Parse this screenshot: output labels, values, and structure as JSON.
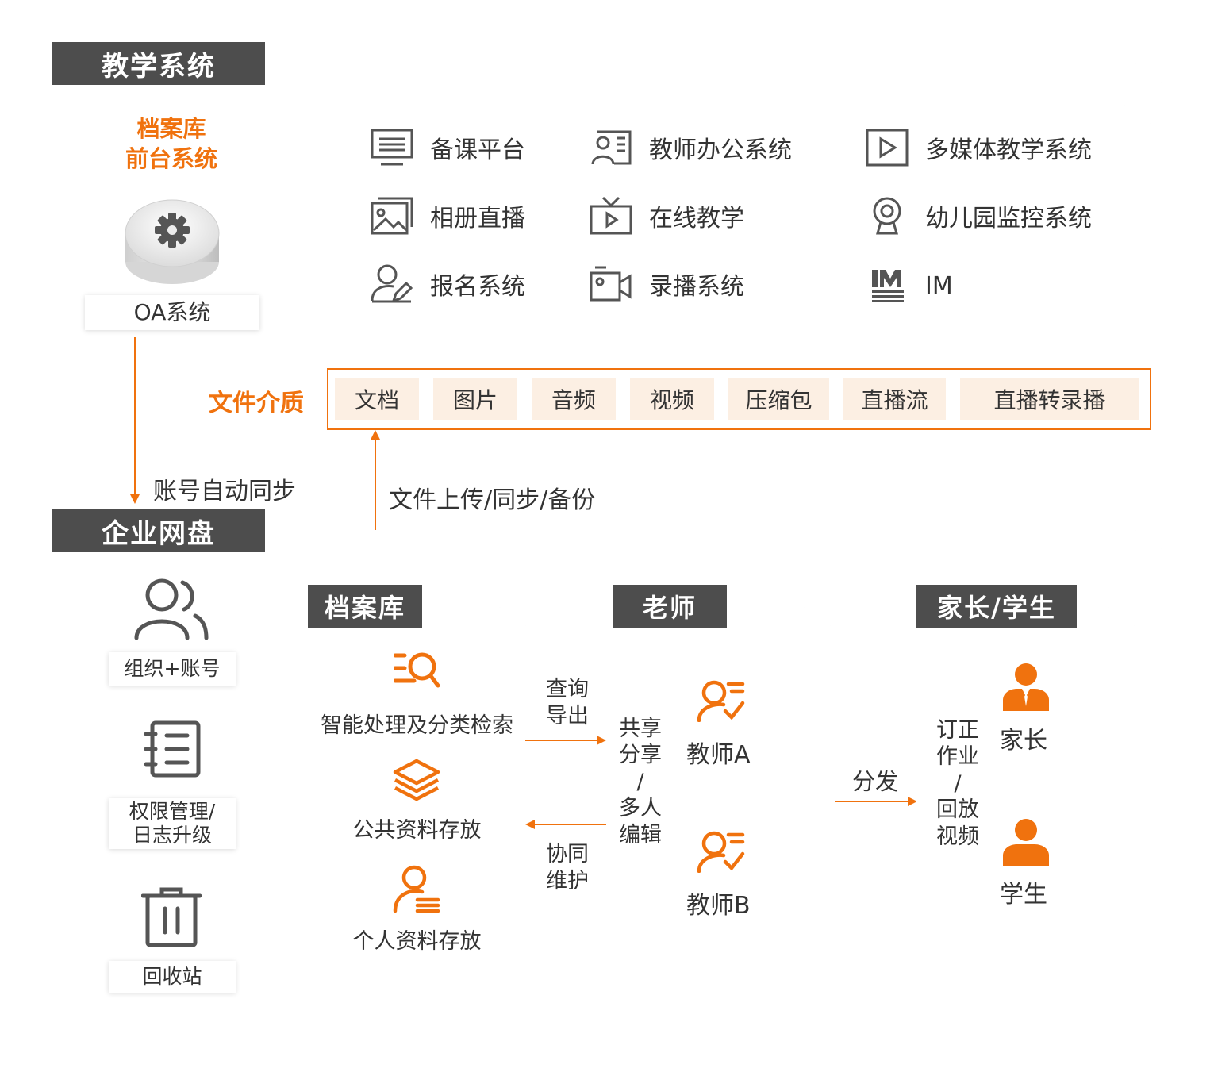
{
  "teaching": {
    "title": "教学系统",
    "archive_line1": "档案库",
    "archive_line2": "前台系统",
    "oa_label": "OA系统",
    "apps": [
      {
        "label": "备课平台",
        "icon": "monitor-icon"
      },
      {
        "label": "教师办公系统",
        "icon": "id-card-icon"
      },
      {
        "label": "多媒体教学系统",
        "icon": "play-box-icon"
      },
      {
        "label": "相册直播",
        "icon": "image-icon"
      },
      {
        "label": "在线教学",
        "icon": "tv-icon"
      },
      {
        "label": "幼儿园监控系统",
        "icon": "webcam-icon"
      },
      {
        "label": "报名系统",
        "icon": "user-edit-icon"
      },
      {
        "label": "录播系统",
        "icon": "video-camera-icon"
      },
      {
        "label": "IM",
        "icon": "im-logo-icon"
      }
    ],
    "media_label": "文件介质",
    "media_tags": [
      "文档",
      "图片",
      "音频",
      "视频",
      "压缩包",
      "直播流",
      "直播转录播"
    ]
  },
  "links": {
    "account_sync": "账号自动同步",
    "file_sync": "文件上传/同步/备份"
  },
  "disk": {
    "title": "企业网盘",
    "side": [
      {
        "line1": "组织+账号",
        "line2": "",
        "icon": "users-icon"
      },
      {
        "line1": "权限管理/",
        "line2": "日志升级",
        "icon": "notebook-icon"
      },
      {
        "line1": "回收站",
        "line2": "",
        "icon": "trash-icon"
      }
    ],
    "archive": {
      "title": "档案库",
      "items": [
        "智能处理及分类检索",
        "公共资料存放",
        "个人资料存放"
      ]
    },
    "query_export": [
      "查询",
      "导出"
    ],
    "collab": [
      "协同",
      "维护"
    ],
    "teacher": {
      "title": "老师",
      "share": [
        "共享",
        "分享",
        "/",
        "多人",
        "编辑"
      ],
      "teacher_a": "教师A",
      "teacher_b": "教师B"
    },
    "distribute": "分发",
    "family": {
      "title": "家长/学生",
      "tasks": [
        "订正",
        "作业",
        "/",
        "回放",
        "视频"
      ],
      "parent": "家长",
      "student": "学生"
    }
  },
  "colors": {
    "accent": "#f0720e",
    "label_bg": "#4d4d4d",
    "tag_bg": "#fcefe3",
    "icon_gray": "#555555"
  }
}
